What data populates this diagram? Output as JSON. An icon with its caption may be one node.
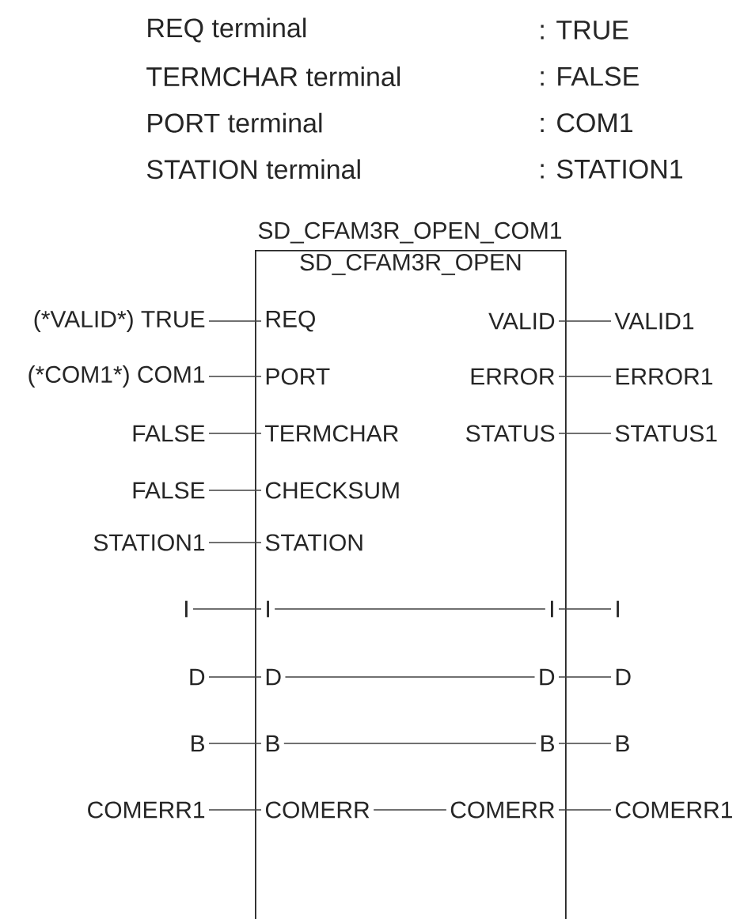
{
  "diagram": {
    "nodes": [
      {
        "text": [
          "SD_CFAM3R_OPEN"
        ],
        "beside": [
          "SD_CFAM3R_OPEN_COM1"
        ]
      },
      {
        "text": [
          "REQ"
        ],
        "in": 0
      },
      {
        "text": [
          "VALID"
        ],
        "in": 0
      },
      {
        "text": [
          "PORT"
        ],
        "in": 0
      },
      {
        "text": [
          "ERROR"
        ],
        "in": 0
      },
      {
        "text": [
          "TERMCHAR"
        ],
        "in": 0
      },
      {
        "text": [
          "STATUS"
        ],
        "in": 0
      },
      {
        "text": [
          "CHECKSUM"
        ],
        "in": 0
      },
      {
        "text": [
          "STATION"
        ],
        "in": 0
      },
      {
        "text": [
          "I"
        ],
        "in": 0
      },
      {
        "text": [
          "I"
        ],
        "in": 0
      },
      {
        "text": [
          "D"
        ],
        "in": 0
      },
      {
        "text": [
          "D"
        ],
        "in": 0
      },
      {
        "text": [
          "B"
        ],
        "in": 0
      },
      {
        "text": [
          "B"
        ],
        "in": 0
      },
      {
        "text": [
          "COMERR"
        ],
        "in": 0
      },
      {
        "text": [
          "COMERR"
        ],
        "in": 0
      },
      {
        "text": [
          "(*VALID*) TRUE"
        ]
      },
      {
        "text": [
          "VALID1"
        ]
      },
      {
        "text": [
          "(*COM1*) COM1"
        ]
      },
      {
        "text": [
          "ERROR1"
        ]
      },
      {
        "text": [
          "FALSE"
        ]
      },
      {
        "text": [
          "STATUS1"
        ]
      },
      {
        "text": [
          "FALSE"
        ]
      },
      {
        "text": [
          "STATION1"
        ]
      },
      {
        "text": [
          "I"
        ]
      },
      {
        "text": [
          "I"
        ]
      },
      {
        "text": [
          "D"
        ]
      },
      {
        "text": [
          "D"
        ]
      },
      {
        "text": [
          "B"
        ]
      },
      {
        "text": [
          "B"
        ]
      },
      {
        "text": [
          "COMERR1"
        ]
      },
      {
        "text": [
          "COMERR1"
        ]
      }
    ],
    "edges": [
      {
        "from": 17,
        "to": 1,
        "arrow": "none"
      },
      {
        "from": 2,
        "to": 18,
        "arrow": "none"
      },
      {
        "from": 19,
        "to": 3,
        "arrow": "none"
      },
      {
        "from": 4,
        "to": 20,
        "arrow": "none"
      },
      {
        "from": 21,
        "to": 5,
        "arrow": "none"
      },
      {
        "from": 6,
        "to": 22,
        "arrow": "none"
      },
      {
        "from": 23,
        "to": 7,
        "arrow": "none"
      },
      {
        "from": 24,
        "to": 8,
        "arrow": "none"
      },
      {
        "from": 25,
        "to": 9,
        "arrow": "none"
      },
      {
        "from": 9,
        "to": 10,
        "arrow": "none"
      },
      {
        "from": 10,
        "to": 26,
        "arrow": "none"
      },
      {
        "from": 27,
        "to": 11,
        "arrow": "none"
      },
      {
        "from": 11,
        "to": 12,
        "arrow": "none"
      },
      {
        "from": 12,
        "to": 28,
        "arrow": "none"
      },
      {
        "from": 29,
        "to": 13,
        "arrow": "none"
      },
      {
        "from": 13,
        "to": 14,
        "arrow": "none"
      },
      {
        "from": 14,
        "to": 30,
        "arrow": "none"
      },
      {
        "from": 31,
        "to": 15,
        "arrow": "none"
      },
      {
        "from": 15,
        "to": 16,
        "arrow": "none"
      },
      {
        "from": 16,
        "to": 32,
        "arrow": "none"
      }
    ],
    "labels": [
      "REQ terminal",
      ": TRUE",
      "TERMCHAR terminal",
      ": FALSE",
      "PORT terminal",
      ": COM1",
      "STATION terminal",
      ": STATION1"
    ]
  }
}
